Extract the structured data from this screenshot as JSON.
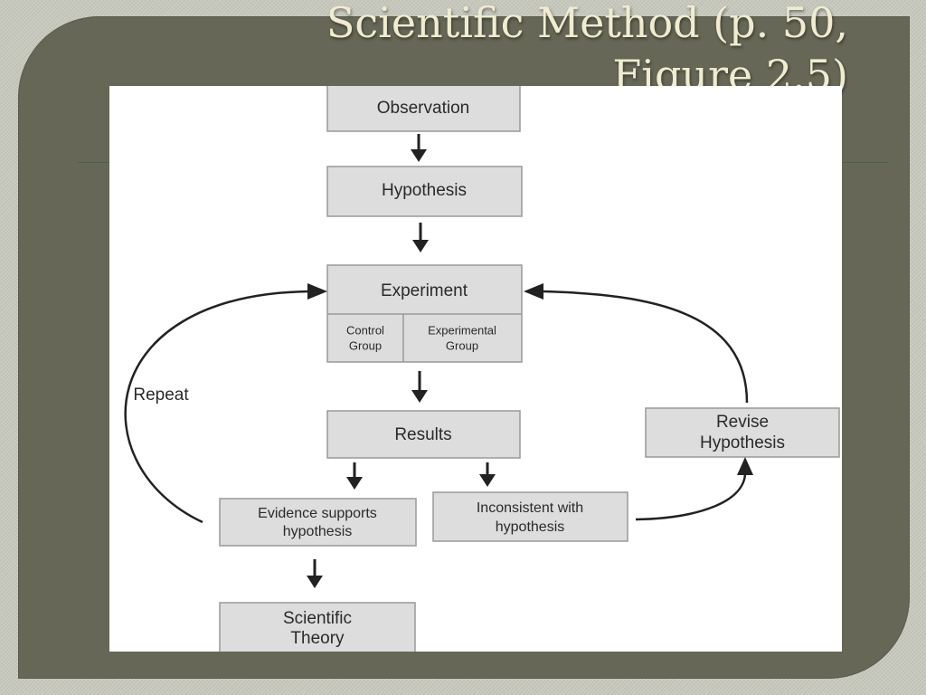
{
  "slide": {
    "title_line1": "Scientific Method (p. 50,",
    "title_line2": "Figure 2.5)"
  },
  "diagram": {
    "observation": "Observation",
    "hypothesis": "Hypothesis",
    "experiment": "Experiment",
    "control_group": {
      "line1": "Control",
      "line2": "Group"
    },
    "experimental_group": {
      "line1": "Experimental",
      "line2": "Group"
    },
    "results": "Results",
    "evidence": {
      "line1": "Evidence supports",
      "line2": "hypothesis"
    },
    "inconsistent": {
      "line1": "Inconsistent with",
      "line2": "hypothesis"
    },
    "revise": {
      "line1": "Revise",
      "line2": "Hypothesis"
    },
    "theory": {
      "line1": "Scientific",
      "line2": "Theory"
    },
    "repeat": "Repeat"
  },
  "colors": {
    "slide_background": "#c8c9bd",
    "panel": "#666756",
    "title_text": "#f0ecd2",
    "box_fill": "#dddddd",
    "box_border": "#999999",
    "arrow": "#222222"
  }
}
